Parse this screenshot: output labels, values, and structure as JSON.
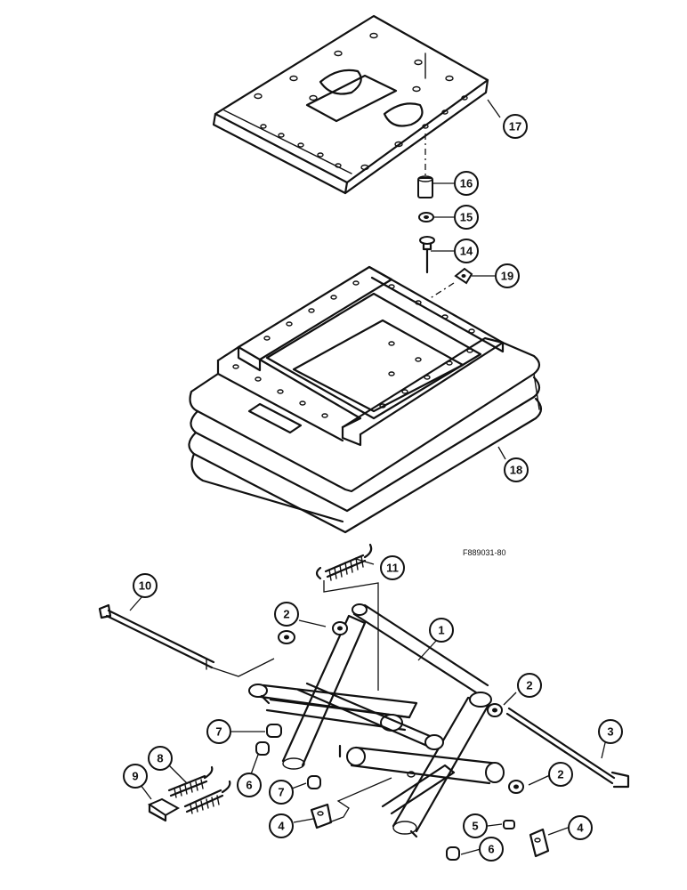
{
  "figure_ref": "F889031-80",
  "callouts": [
    "1",
    "2",
    "3",
    "4",
    "5",
    "6",
    "7",
    "8",
    "9",
    "10",
    "11",
    "14",
    "15",
    "16",
    "17",
    "18",
    "19"
  ]
}
